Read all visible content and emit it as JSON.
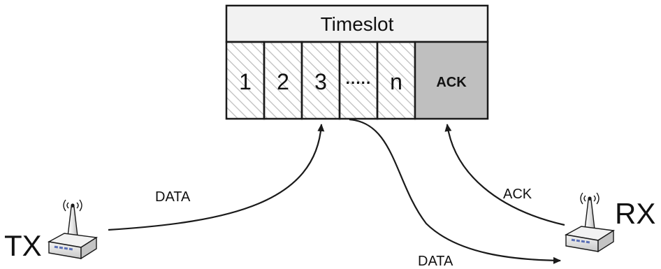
{
  "timeslot": {
    "title": "Timeslot",
    "slots": [
      "1",
      "2",
      "3",
      "·····",
      "n"
    ],
    "ack_slot": "ACK"
  },
  "nodes": {
    "tx": "TX",
    "rx": "RX"
  },
  "edges": {
    "tx_data": "DATA",
    "rx_data": "DATA",
    "rx_ack": "ACK"
  },
  "colors": {
    "header_fill": "#f2f2f2",
    "slot_hatch": "#c8c8c8",
    "ack_fill": "#bfbfbf",
    "stroke": "#1a1a1a",
    "antenna_body": "#e6e6e6",
    "device_body": "#e0e0e0",
    "device_leds": "#5a6fb5"
  },
  "icons": {
    "tx_device": "antenna-router-icon",
    "rx_device": "antenna-router-icon"
  }
}
